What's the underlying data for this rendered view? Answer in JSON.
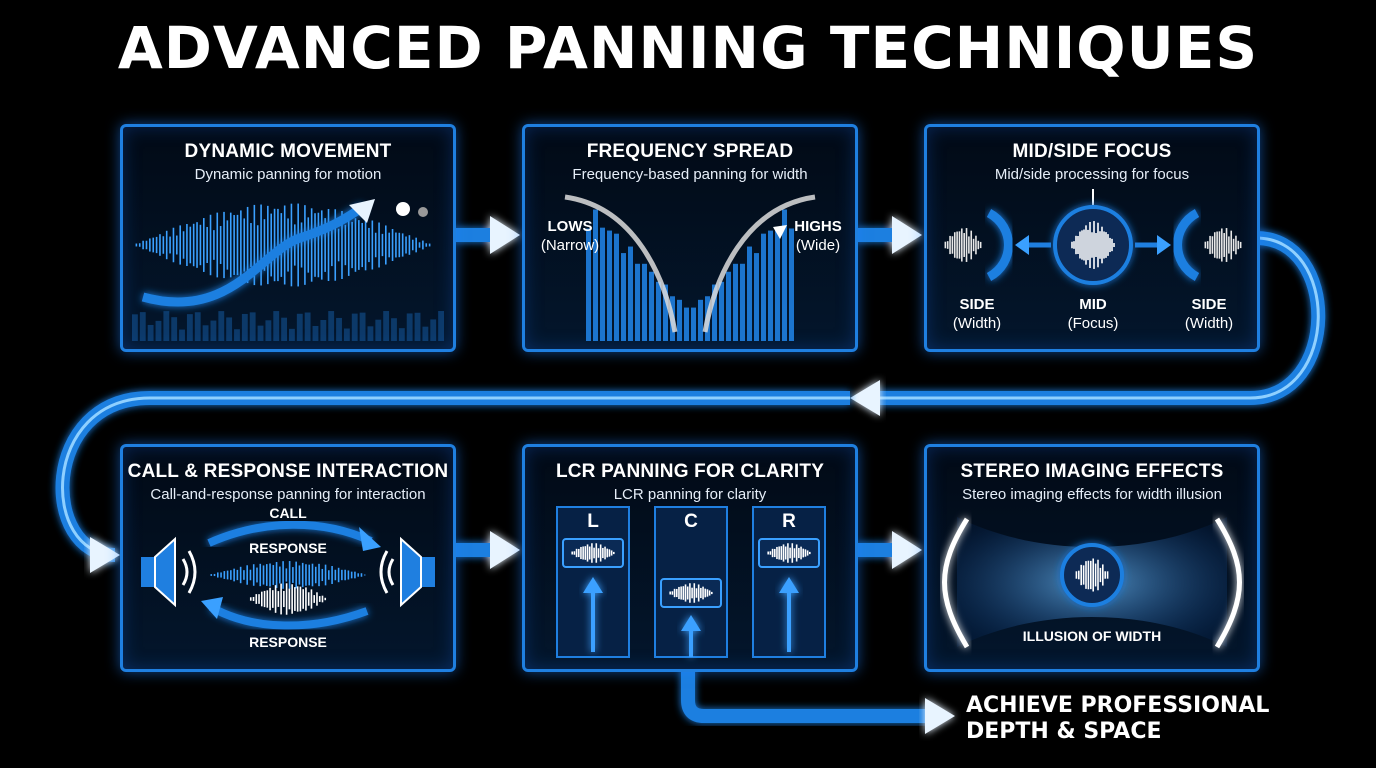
{
  "title": "ADVANCED PANNING TECHNIQUES",
  "panels": [
    {
      "title": "DYNAMIC MOVEMENT",
      "subtitle": "Dynamic panning for motion"
    },
    {
      "title": "FREQUENCY SPREAD",
      "subtitle": "Frequency-based panning for width",
      "labels": {
        "lows": "LOWS",
        "lows_note": "(Narrow)",
        "highs": "HIGHS",
        "highs_note": "(Wide)"
      }
    },
    {
      "title": "MID/SIDE FOCUS",
      "subtitle": "Mid/side processing for focus",
      "labels": {
        "side": "SIDE",
        "side_note": "(Width)",
        "mid": "MID",
        "mid_note": "(Focus)"
      }
    },
    {
      "title": "CALL & RESPONSE INTERACTION",
      "subtitle": "Call-and-response panning for interaction",
      "labels": {
        "call": "CALL",
        "response": "RESPONSE"
      }
    },
    {
      "title": "LCR PANNING FOR CLARITY",
      "subtitle": "LCR panning for clarity",
      "labels": {
        "left": "L",
        "center": "C",
        "right": "R"
      }
    },
    {
      "title": "STEREO IMAGING EFFECTS",
      "subtitle": "Stereo imaging effects for width illusion",
      "labels": {
        "illusion": "ILLUSION OF WIDTH"
      }
    }
  ],
  "finale": {
    "line1": "ACHIEVE PROFESSIONAL",
    "line2": "DEPTH & SPACE"
  },
  "colors": {
    "accent": "#1f7fe0",
    "glow": "#3aa0ff",
    "background": "#000000",
    "text": "#ffffff"
  }
}
